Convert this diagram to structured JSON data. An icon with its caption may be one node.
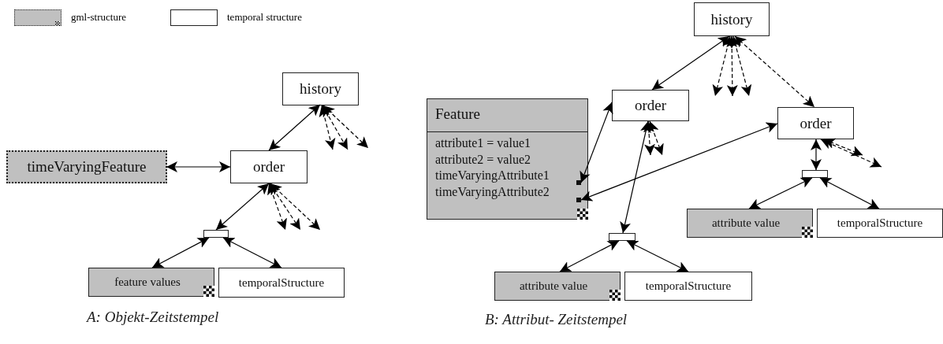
{
  "diagram": {
    "nodes": [
      {
        "text": [
          "history"
        ]
      },
      {
        "text": [
          "timeVaryingFeature"
        ]
      },
      {
        "text": [
          "order"
        ]
      },
      {
        "text": [],
        "shape": "bar"
      },
      {
        "text": [
          "feature values"
        ]
      },
      {
        "text": [
          "temporalStructure"
        ]
      },
      {
        "text": [
          "history"
        ]
      },
      {
        "text": [
          "Feature",
          "attribute1 = value1",
          "attribute2 = value2",
          "timeVaryingAttribute1",
          "timeVaryingAttribute2"
        ]
      },
      {
        "text": [],
        "shape": "box",
        "in": 7
      },
      {
        "text": [],
        "shape": "box",
        "in": 7
      },
      {
        "text": [
          "order"
        ]
      },
      {
        "text": [
          "order"
        ]
      },
      {
        "text": [],
        "shape": "bar"
      },
      {
        "text": [
          "attribute value"
        ]
      },
      {
        "text": [
          "temporalStructure"
        ]
      },
      {
        "text": [],
        "shape": "bar"
      },
      {
        "text": [
          "attribute value"
        ]
      },
      {
        "text": [
          "temporalStructure"
        ]
      }
    ],
    "edges": [
      {
        "from": 0,
        "to": 2,
        "arrow": "both"
      },
      {
        "from": 1,
        "to": 2,
        "arrow": "both"
      },
      {
        "from": 2,
        "to": 3,
        "arrow": "both"
      },
      {
        "from": 3,
        "to": 4,
        "arrow": "both"
      },
      {
        "from": 3,
        "to": 5,
        "arrow": "both"
      },
      {
        "from": 0,
        "to": null,
        "arrow": "both",
        "style": "dashed"
      },
      {
        "from": 0,
        "to": null,
        "arrow": "both",
        "style": "dashed"
      },
      {
        "from": 0,
        "to": null,
        "arrow": "both",
        "style": "dashed"
      },
      {
        "from": 2,
        "to": null,
        "arrow": "both",
        "style": "dashed"
      },
      {
        "from": 2,
        "to": null,
        "arrow": "both",
        "style": "dashed"
      },
      {
        "from": 2,
        "to": null,
        "arrow": "both",
        "style": "dashed"
      },
      {
        "from": 6,
        "to": 10,
        "arrow": "both"
      },
      {
        "from": 6,
        "to": 11,
        "arrow": "both",
        "style": "dashed"
      },
      {
        "from": 6,
        "to": null,
        "arrow": "both",
        "style": "dashed"
      },
      {
        "from": 6,
        "to": null,
        "arrow": "both",
        "style": "dashed"
      },
      {
        "from": 6,
        "to": null,
        "arrow": "both",
        "style": "dashed"
      },
      {
        "from": 10,
        "to": 8,
        "arrow": "both"
      },
      {
        "from": 9,
        "to": 11,
        "arrow": "both"
      },
      {
        "from": 10,
        "to": 12,
        "arrow": "both"
      },
      {
        "from": 10,
        "to": null,
        "arrow": "both",
        "style": "dashed"
      },
      {
        "from": 10,
        "to": null,
        "arrow": "both",
        "style": "dashed"
      },
      {
        "from": 12,
        "to": 13,
        "arrow": "both"
      },
      {
        "from": 12,
        "to": 14,
        "arrow": "both"
      },
      {
        "from": 11,
        "to": 15,
        "arrow": "both"
      },
      {
        "from": 11,
        "to": null,
        "arrow": "both",
        "style": "dashed"
      },
      {
        "from": 11,
        "to": null,
        "arrow": "both",
        "style": "dashed"
      },
      {
        "from": 15,
        "to": 16,
        "arrow": "both"
      },
      {
        "from": 15,
        "to": 17,
        "arrow": "both"
      }
    ],
    "labels": [
      "A: Objekt-Zeitstempel",
      "B: Attribut- Zeitstempel"
    ],
    "legend": [
      {
        "text": "gml-structure",
        "color": "#c0c0c0"
      },
      {
        "text": "temporal structure",
        "color": "#ffffff"
      }
    ]
  }
}
